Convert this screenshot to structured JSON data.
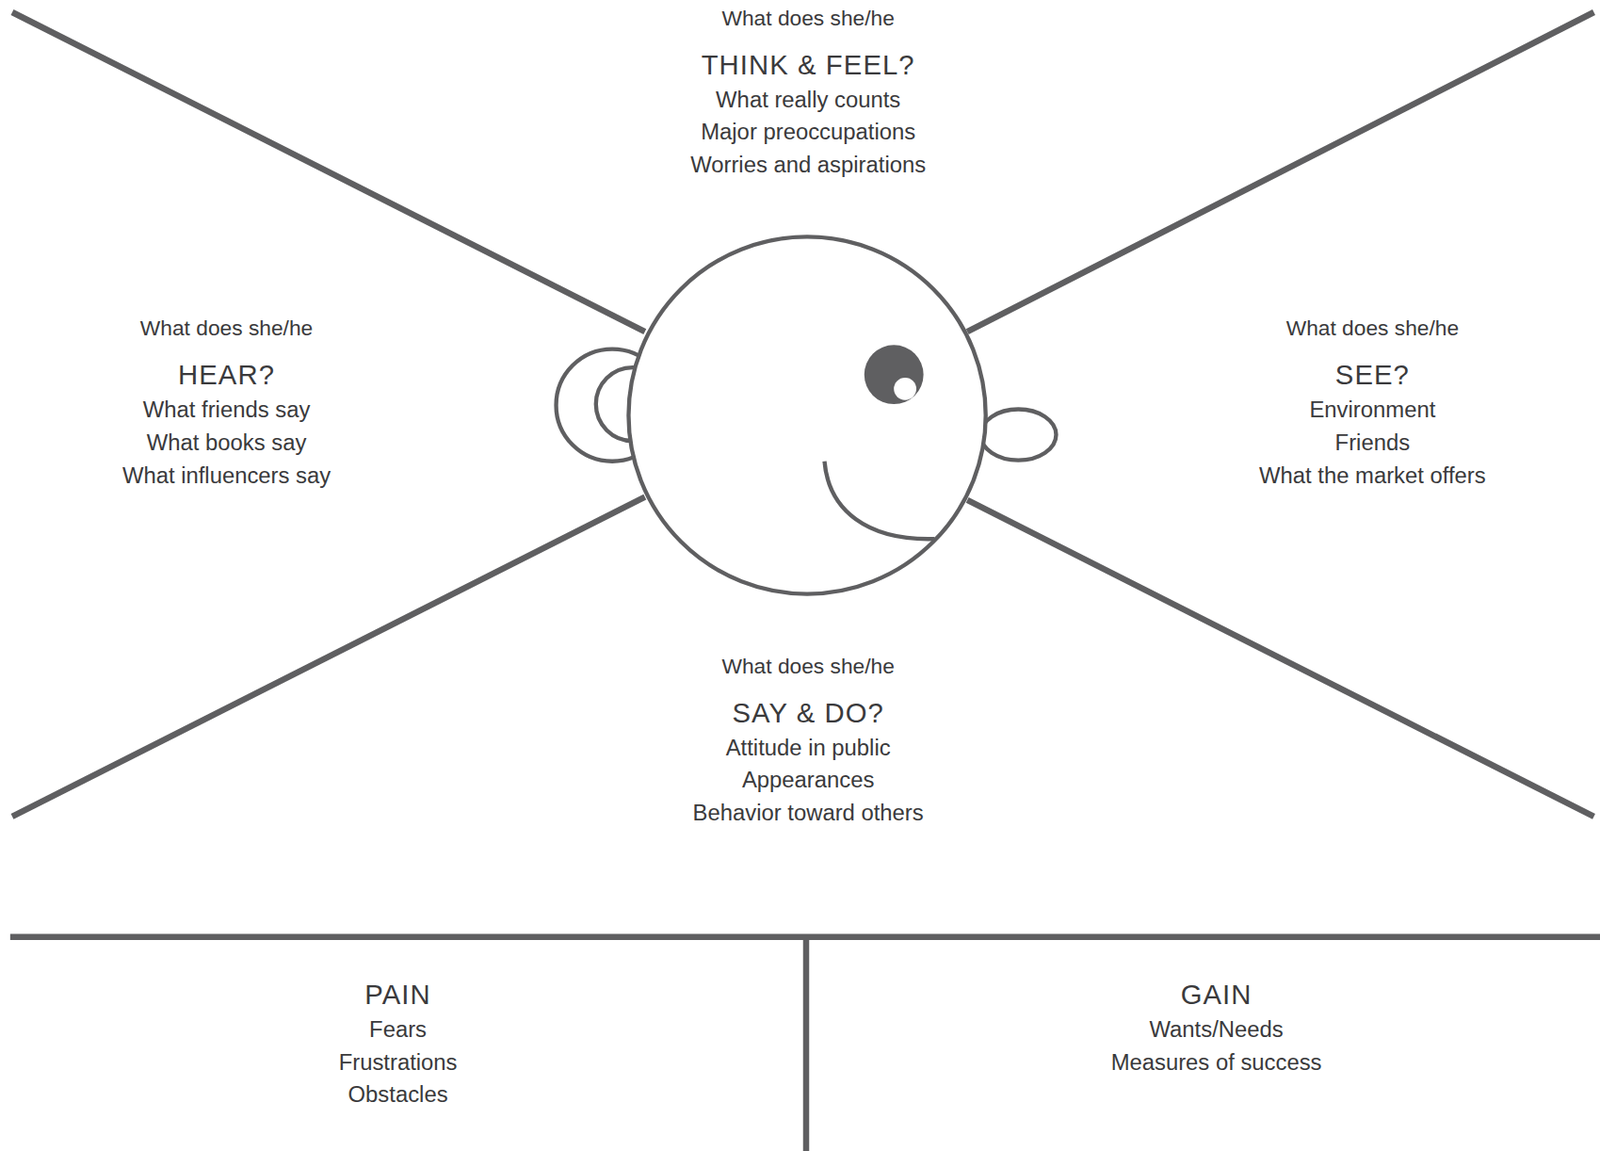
{
  "diagram": {
    "nodes": [
      {
        "text": [
          "What does she/he",
          "THINK & FEEL?",
          "What really counts",
          "Major preoccupations",
          "Worries and aspirations"
        ]
      },
      {
        "text": [
          "What does she/he",
          "HEAR?",
          "What friends say",
          "What books say",
          "What influencers say"
        ]
      },
      {
        "text": [
          "What does she/he",
          "SEE?",
          "Environment",
          "Friends",
          "What the market offers"
        ]
      },
      {
        "text": [
          "What does she/he",
          "SAY & DO?",
          "Attitude in public",
          "Appearances",
          "Behavior toward others"
        ]
      },
      {
        "text": [
          "PAIN",
          "Fears",
          "Frustrations",
          "Obstacles"
        ]
      },
      {
        "text": [
          "GAIN",
          "Wants/Needs",
          "Measures of success"
        ]
      }
    ]
  }
}
